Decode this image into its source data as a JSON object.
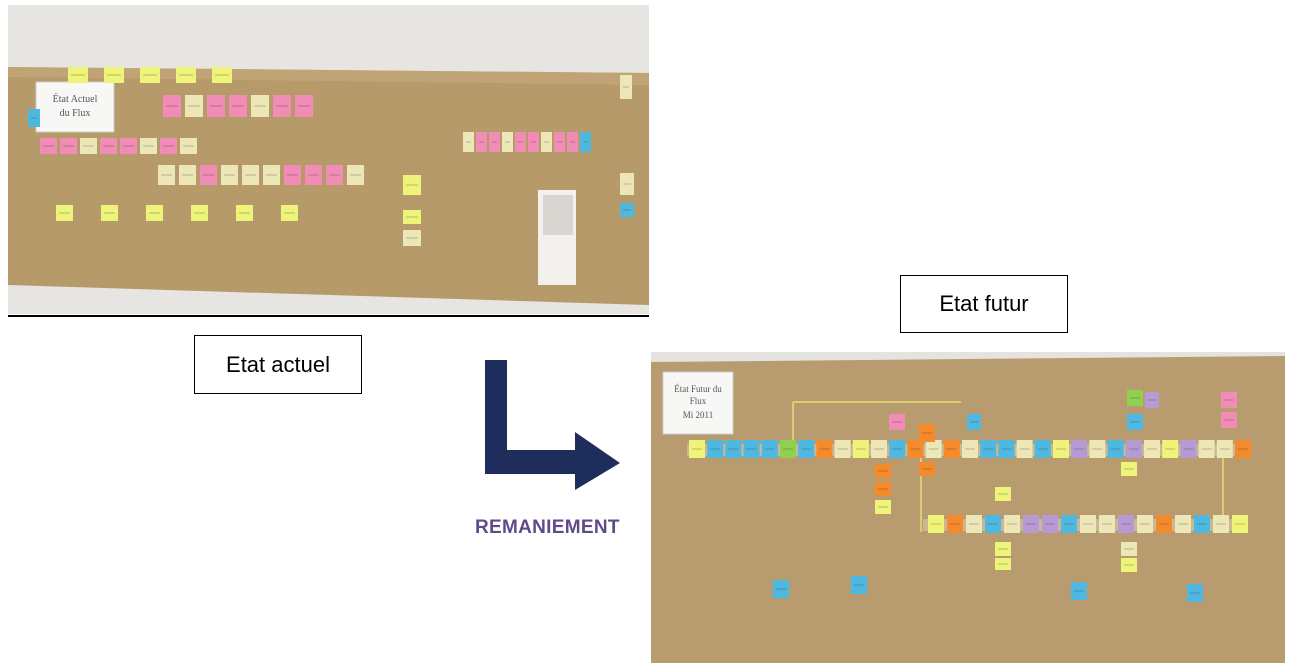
{
  "photo_current": {
    "sign_line1": "État Actuel",
    "sign_line2": "du Flux"
  },
  "photo_future": {
    "sign_line1": "État Futur du",
    "sign_line2": "Flux",
    "sign_line3": "Mi 2011"
  },
  "labels": {
    "current": "Etat actuel",
    "future": "Etat futur"
  },
  "transition": {
    "caption": "REMANIEMENT",
    "arrow_color": "#1f2d5c"
  },
  "colors": {
    "kraft_paper": "#b89c6f",
    "wall": "#e9e7e3",
    "sticky_pink": "#f08cb5",
    "sticky_yellow": "#eef37a",
    "sticky_cream": "#ede7b8",
    "sticky_blue": "#4fb8e0",
    "sticky_orange": "#f58a2c",
    "sticky_purple": "#b79ad3",
    "sticky_green": "#8fd14f"
  }
}
